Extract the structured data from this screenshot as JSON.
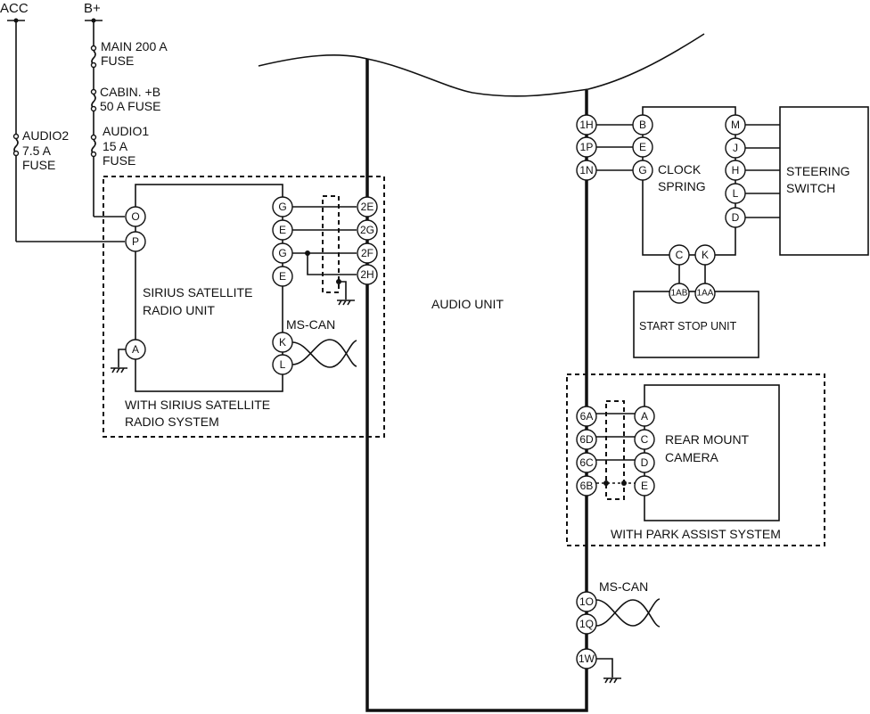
{
  "power": {
    "acc": "ACC",
    "bplus": "B+",
    "fuses": {
      "main_1": "MAIN 200 A",
      "main_2": "FUSE",
      "cabin_1": "CABIN. +B",
      "cabin_2": "50 A FUSE",
      "audio1_1": "AUDIO1",
      "audio1_2": "15 A",
      "audio1_3": "FUSE",
      "audio2_1": "AUDIO2",
      "audio2_2": "7.5 A",
      "audio2_3": "FUSE"
    }
  },
  "sirius": {
    "unit_1": "SIRIUS SATELLITE",
    "unit_2": "RADIO UNIT",
    "system_1": "WITH SIRIUS SATELLITE",
    "system_2": "RADIO SYSTEM",
    "mscan": "MS-CAN",
    "pins_left": [
      "O",
      "P",
      "A"
    ],
    "pins_right": [
      "G",
      "E",
      "G",
      "E",
      "K",
      "L"
    ]
  },
  "audio_unit": {
    "label": "AUDIO UNIT",
    "pins_2": [
      "2E",
      "2G",
      "2F",
      "2H"
    ],
    "pins_1": [
      "1H",
      "1P",
      "1N"
    ],
    "pins_6": [
      "6A",
      "6D",
      "6C",
      "6B"
    ],
    "pins_bottom": [
      "1O",
      "1Q",
      "1W"
    ],
    "mscan": "MS-CAN"
  },
  "clock_spring": {
    "label_1": "CLOCK",
    "label_2": "SPRING",
    "pins_left": [
      "B",
      "E",
      "G"
    ],
    "pins_right": [
      "M",
      "J",
      "H",
      "L",
      "D"
    ],
    "pins_bottom": [
      "C",
      "K"
    ]
  },
  "steering_switch": {
    "label_1": "STEERING",
    "label_2": "SWITCH"
  },
  "start_stop": {
    "label": "START STOP UNIT",
    "pins": [
      "1AB",
      "1AA"
    ]
  },
  "camera": {
    "label_1": "REAR MOUNT",
    "label_2": "CAMERA",
    "system": "WITH PARK ASSIST SYSTEM",
    "pins": [
      "A",
      "C",
      "D",
      "E"
    ]
  }
}
